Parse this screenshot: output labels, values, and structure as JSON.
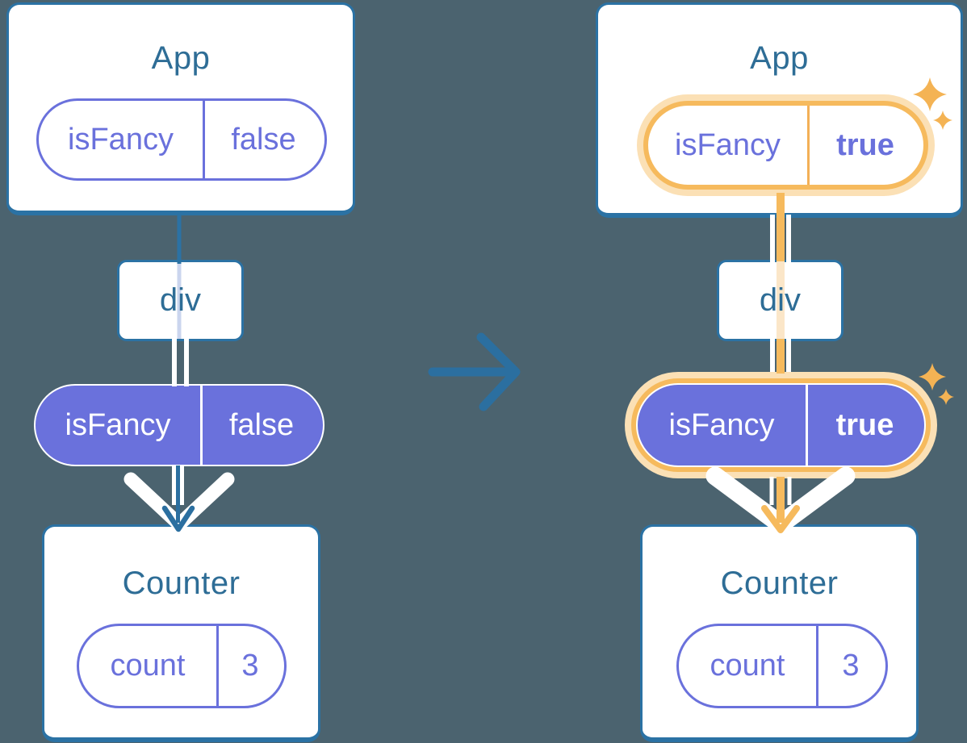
{
  "diagram_title": "React state preservation diagram: isFancy prop flips from false to true",
  "left_tree": {
    "app_title": "App",
    "app_pill": {
      "name": "isFancy",
      "value": "false"
    },
    "div_label": "div",
    "prop_pill": {
      "name": "isFancy",
      "value": "false"
    },
    "counter_title": "Counter",
    "counter_pill": {
      "name": "count",
      "value": "3"
    }
  },
  "right_tree": {
    "app_title": "App",
    "app_pill": {
      "name": "isFancy",
      "value": "true"
    },
    "div_label": "div",
    "prop_pill": {
      "name": "isFancy",
      "value": "true"
    },
    "counter_title": "Counter",
    "counter_pill": {
      "name": "count",
      "value": "3"
    }
  },
  "icons": {
    "transition_arrow": "right-arrow-icon",
    "down_arrow_left": "down-arrow-icon",
    "down_arrow_right": "down-arrow-icon",
    "chevron_left": "white-chevron-icon",
    "chevron_right": "white-chevron-icon",
    "sparkles": "sparkle-icon"
  },
  "colors": {
    "background": "#4B636F",
    "card_fill": "#FFFFFF",
    "card_border": "#2B72A4",
    "heading_text": "#2E6D96",
    "purple": "#6A71DC",
    "highlight_orange": "#F6BA5D",
    "highlight_pale_orange": "#FBE0B5",
    "faint_orange_trace": "#FBE6C8",
    "faint_lavender_trace": "#CBD5EE",
    "arrow_teal": "#2B6FA0",
    "flow_white": "#FFFFFF"
  }
}
